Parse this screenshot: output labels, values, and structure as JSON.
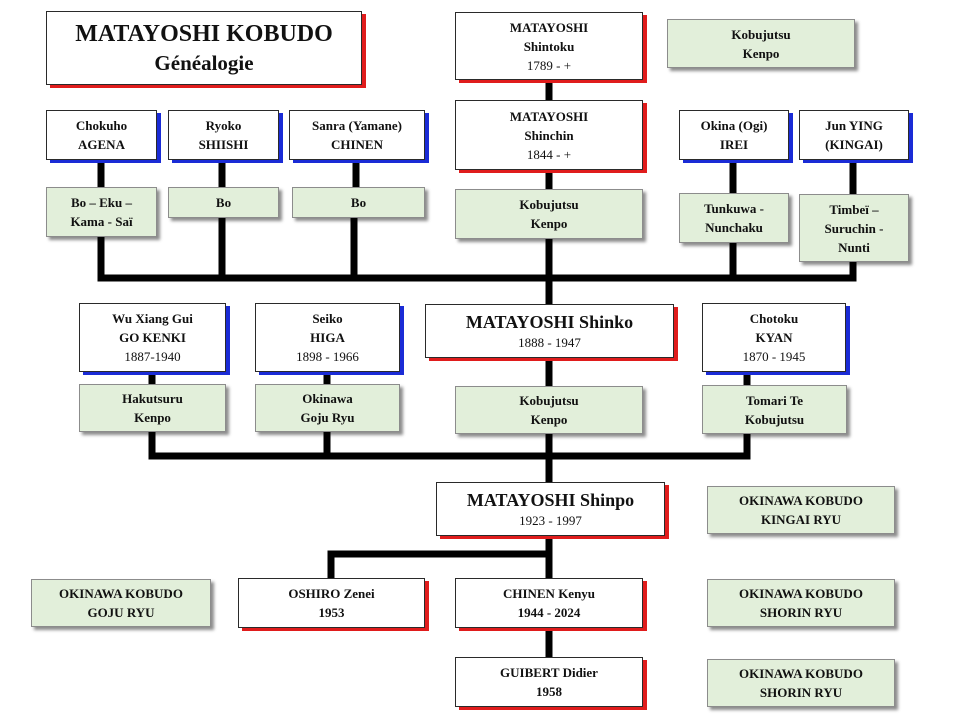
{
  "title": {
    "line1": "MATAYOSHI KOBUDO",
    "line2": "Généalogie"
  },
  "shintoku": {
    "l1": "MATAYOSHI",
    "l2": "Shintoku",
    "dates": "1789 - +"
  },
  "shintoku_style": {
    "l1": "Kobujutsu",
    "l2": "Kenpo"
  },
  "shinchin": {
    "l1": "MATAYOSHI",
    "l2": "Shinchin",
    "dates": "1844 - +"
  },
  "shinchin_style": {
    "l1": "Kobujutsu",
    "l2": "Kenpo"
  },
  "agena": {
    "l1": "Chokuho",
    "l2": "AGENA"
  },
  "agena_style": {
    "l1": "Bo – Eku –",
    "l2": "Kama - Saï"
  },
  "shiishi": {
    "l1": "Ryoko",
    "l2": "SHIISHI"
  },
  "shiishi_style": {
    "l1": "Bo"
  },
  "chinen_s": {
    "l1": "Sanra (Yamane)",
    "l2": "CHINEN"
  },
  "chinen_s_style": {
    "l1": "Bo"
  },
  "irei": {
    "l1": "Okina (Ogi)",
    "l2": "IREI"
  },
  "irei_style": {
    "l1": "Tunkuwa -",
    "l2": "Nunchaku"
  },
  "ying": {
    "l1": "Jun YING",
    "l2": "(KINGAI)"
  },
  "ying_style": {
    "l1": "Timbeï –",
    "l2": "Suruchin -",
    "l3": "Nunti"
  },
  "gokenki": {
    "l1": "Wu Xiang Gui",
    "l2": "GO KENKI",
    "dates": "1887-1940"
  },
  "gokenki_style": {
    "l1": "Hakutsuru",
    "l2": "Kenpo"
  },
  "higa": {
    "l1": "Seiko",
    "l2": "HIGA",
    "dates": "1898 - 1966"
  },
  "higa_style": {
    "l1": "Okinawa",
    "l2": "Goju Ryu"
  },
  "shinko": {
    "name": "MATAYOSHI Shinko",
    "dates": "1888 - 1947"
  },
  "shinko_style": {
    "l1": "Kobujutsu",
    "l2": "Kenpo"
  },
  "kyan": {
    "l1": "Chotoku",
    "l2": "KYAN",
    "dates": "1870 - 1945"
  },
  "kyan_style": {
    "l1": "Tomari Te",
    "l2": "Kobujutsu"
  },
  "shinpo": {
    "name": "MATAYOSHI Shinpo",
    "dates": "1923 - 1997"
  },
  "oshiro": {
    "name": "OSHIRO Zenei",
    "dates": "1953"
  },
  "kenyu": {
    "name": "CHINEN Kenyu",
    "dates": "1944 - 2024"
  },
  "guibert": {
    "name": "GUIBERT Didier",
    "dates": "1958"
  },
  "side_styles": {
    "kobujutsu_kenpo": {
      "l1": "Kobujutsu",
      "l2": "Kenpo"
    },
    "kingai": {
      "l1": "OKINAWA KOBUDO",
      "l2": "KINGAI RYU"
    },
    "goju": {
      "l1": "OKINAWA KOBUDO",
      "l2": "GOJU RYU"
    },
    "shorin1": {
      "l1": "OKINAWA KOBUDO",
      "l2": "SHORIN RYU"
    },
    "shorin2": {
      "l1": "OKINAWA KOBUDO",
      "l2": "SHORIN RYU"
    }
  }
}
